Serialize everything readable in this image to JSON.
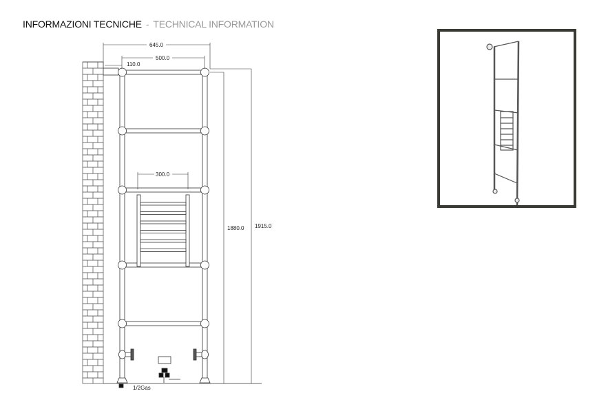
{
  "header": {
    "title_it": "INFORMAZIONI TECNICHE",
    "separator": "-",
    "title_en": "TECHNICAL INFORMATION"
  },
  "drawing": {
    "dim_total_depth": "645.0",
    "dim_center_distance": "500.0",
    "dim_wall_offset": "110.0",
    "dim_inner_rail_width": "300.0",
    "dim_height_center": "1880.0",
    "dim_total_height": "1915.0",
    "connection_label": "1/2Gas"
  },
  "photo": {
    "icon": "towel-radiator-product-photo"
  }
}
